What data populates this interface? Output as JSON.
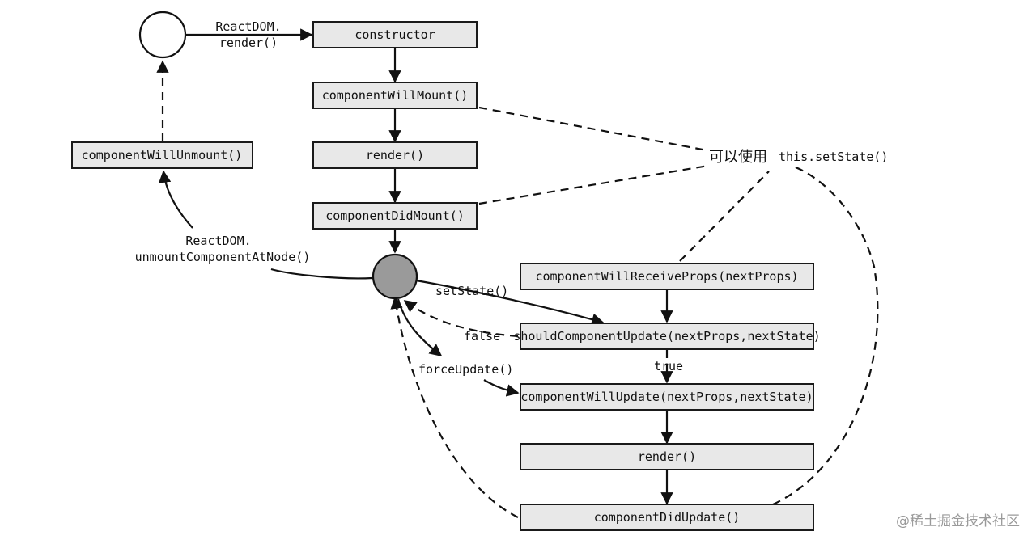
{
  "diagram": {
    "nodes": {
      "constructor": "constructor",
      "componentWillMount": "componentWillMount()",
      "render_mount": "render()",
      "componentDidMount": "componentDidMount()",
      "componentWillUnmount": "componentWillUnmount()",
      "componentWillReceiveProps": "componentWillReceiveProps(nextProps)",
      "shouldComponentUpdate": "shouldComponentUpdate(nextProps,nextState)",
      "componentWillUpdate": "componentWillUpdate(nextProps,nextState)",
      "render_update": "render()",
      "componentDidUpdate": "componentDidUpdate()"
    },
    "labels": {
      "reactdom_render_line1": "ReactDOM.",
      "reactdom_render_line2": "render()",
      "unmount_line1": "ReactDOM.",
      "unmount_line2": "unmountComponentAtNode()",
      "setstate": "setState()",
      "false": "false",
      "true": "true",
      "forceupdate": "forceUpdate()",
      "can_use": "可以使用",
      "this_setstate": "this.setState()"
    },
    "watermark": "@稀土掘金技术社区"
  }
}
